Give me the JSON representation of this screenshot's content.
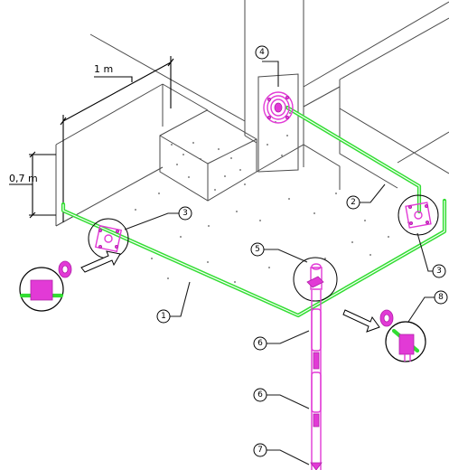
{
  "dimensions": {
    "width_label": "1 m",
    "height_label": "0,7 m"
  },
  "callouts": [
    {
      "id": "1",
      "text": "1"
    },
    {
      "id": "2",
      "text": "2"
    },
    {
      "id": "3a",
      "text": "3"
    },
    {
      "id": "3b",
      "text": "3"
    },
    {
      "id": "4",
      "text": "4"
    },
    {
      "id": "5",
      "text": "5"
    },
    {
      "id": "6a",
      "text": "6"
    },
    {
      "id": "6b",
      "text": "6"
    },
    {
      "id": "7",
      "text": "7"
    },
    {
      "id": "8",
      "text": "8"
    }
  ],
  "colors": {
    "conductor": "#33dd33",
    "clamp": "#e23ad6",
    "lines": "#4a4a4a"
  }
}
